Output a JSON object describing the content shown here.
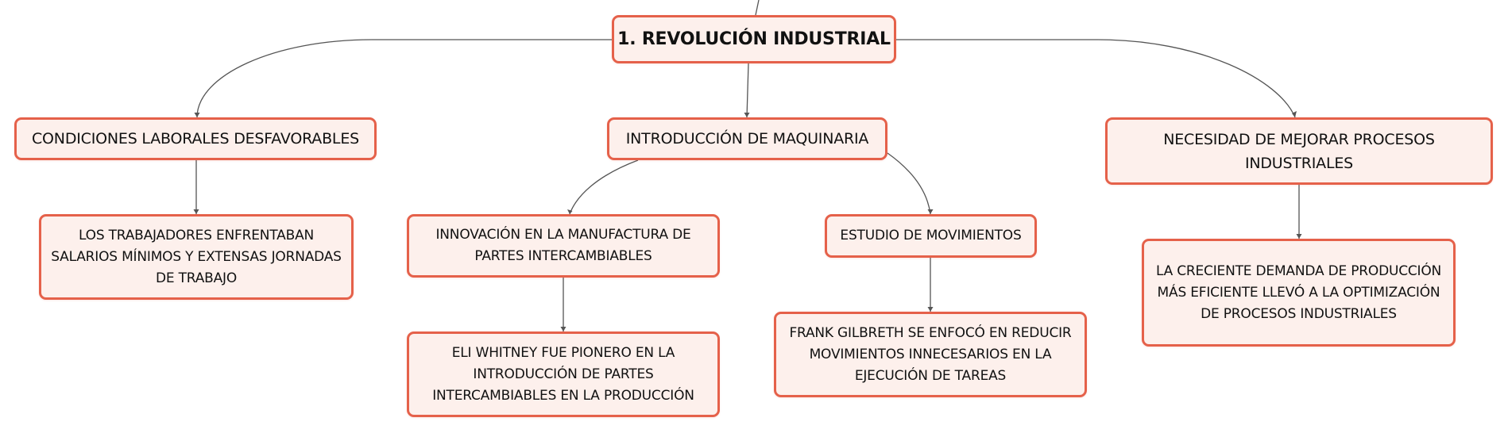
{
  "diagram": {
    "root": {
      "label": "1. REVOLUCIÓN INDUSTRIAL"
    },
    "branches": [
      {
        "label": "CONDICIONES LABORALES DESFAVORABLES",
        "children": [
          {
            "label": "LOS TRABAJADORES ENFRENTABAN\nSALARIOS MÍNIMOS Y EXTENSAS JORNADAS\nDE TRABAJO"
          }
        ]
      },
      {
        "label": "INTRODUCCIÓN DE MAQUINARIA",
        "children": [
          {
            "label": "INNOVACIÓN EN LA MANUFACTURA DE\nPARTES INTERCAMBIABLES",
            "children": [
              {
                "label": "ELI WHITNEY FUE PIONERO EN LA\nINTRODUCCIÓN DE PARTES\nINTERCAMBIABLES EN LA PRODUCCIÓN"
              }
            ]
          },
          {
            "label": "ESTUDIO DE MOVIMIENTOS",
            "children": [
              {
                "label": "FRANK GILBRETH SE ENFOCÓ EN REDUCIR\nMOVIMIENTOS INNECESARIOS EN LA\nEJECUCIÓN DE TAREAS"
              }
            ]
          }
        ]
      },
      {
        "label": "NECESIDAD DE MEJORAR PROCESOS\nINDUSTRIALES",
        "children": [
          {
            "label": "LA CRECIENTE DEMANDA DE PRODUCCIÓN\nMÁS EFICIENTE LLEVÓ A LA OPTIMIZACIÓN\nDE PROCESOS INDUSTRIALES"
          }
        ]
      }
    ]
  },
  "colors": {
    "node_border": "#e5614a",
    "node_fill": "#fdf0ec",
    "connector": "#555555",
    "text": "#111111"
  }
}
